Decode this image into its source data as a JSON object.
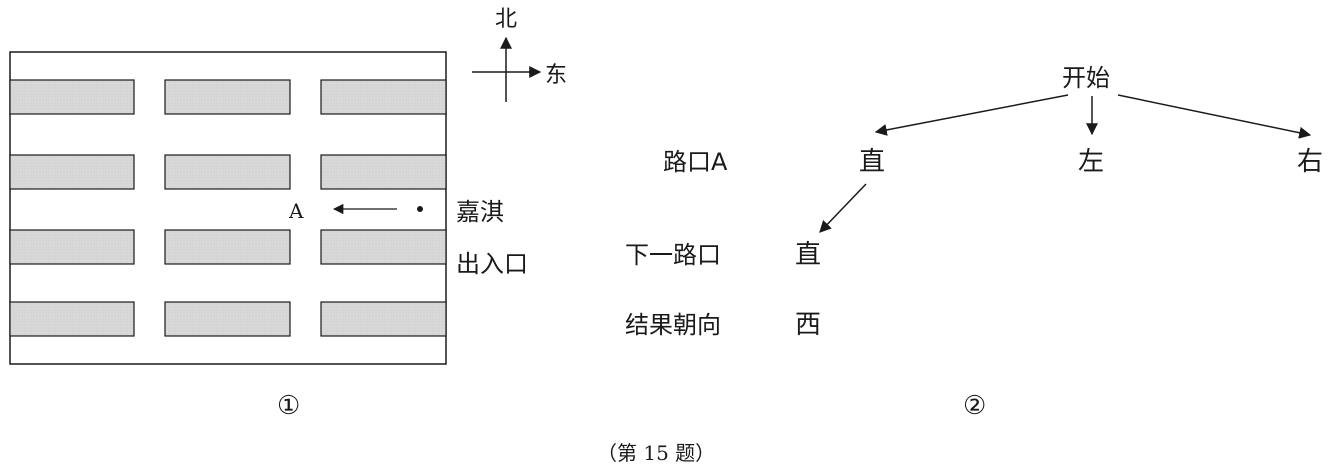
{
  "map": {
    "compass": {
      "north": "北",
      "east": "东"
    },
    "point_label": "A",
    "entrance_label_line1": "嘉淇",
    "entrance_label_line2": "出入口",
    "figure_number": "①"
  },
  "tree": {
    "root": "开始",
    "row_labels": [
      "路口A",
      "下一路口",
      "结果朝向"
    ],
    "first_choices": [
      "直",
      "左",
      "右"
    ],
    "second_choice": "直",
    "result": "西",
    "figure_number": "②"
  },
  "caption": "（第 15 题）"
}
